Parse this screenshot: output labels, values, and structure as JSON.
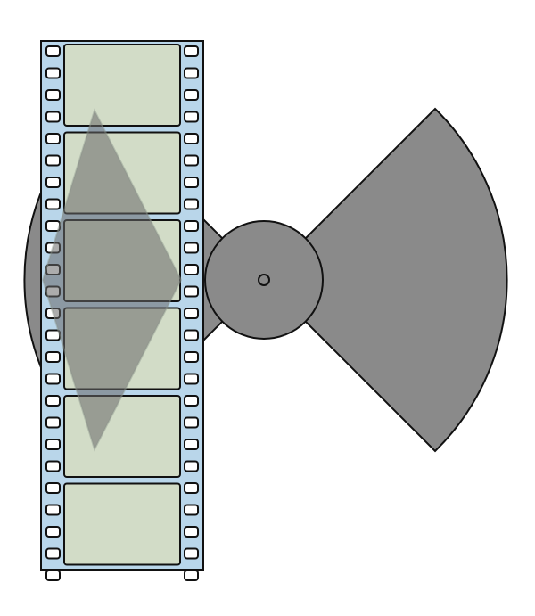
{
  "scene": {
    "subject": "film-reel-projector-illustration",
    "colors": {
      "background": "#ffffff",
      "reel": "#8a8a8a",
      "reel_stroke": "#111111",
      "film_base": "#b9d6ea",
      "film_stroke": "#111111",
      "frame_fill": "#d2dcc7",
      "sprocket_fill": "#ffffff",
      "overlay_fill": "#676767"
    },
    "film": {
      "frames": 6,
      "sprocket_holes_per_side": 25
    }
  }
}
